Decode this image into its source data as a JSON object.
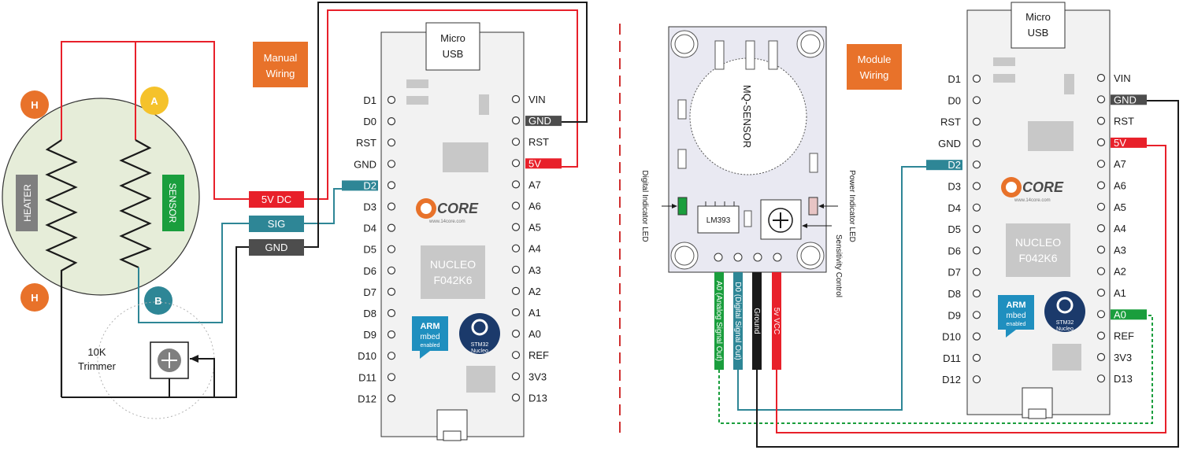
{
  "colors": {
    "red": "#e8202a",
    "black": "#1a1a1a",
    "teal": "#2e8696",
    "green": "#1a9e3d",
    "orange": "#e8722a",
    "board_fill": "#f2f2f2",
    "chip_gray": "#c8c8c8",
    "sensor_body": "#e6edd9",
    "module_fill": "#e9e9f2"
  },
  "left": {
    "callout": [
      "Manual",
      "Wiring"
    ],
    "badges": {
      "h_top": "H",
      "a": "A",
      "h_bottom": "H",
      "b": "B"
    },
    "heater_label": "HEATER",
    "sensor_label": "SENSOR",
    "trimmer_label": [
      "10K",
      "Trimmer"
    ],
    "wire_tags": {
      "vdc": "5V DC",
      "sig": "SIG",
      "gnd": "GND"
    }
  },
  "board": {
    "usb_label": [
      "Micro",
      "USB"
    ],
    "left_pins": [
      "D1",
      "D0",
      "RST",
      "GND",
      "D2",
      "D3",
      "D4",
      "D5",
      "D6",
      "D7",
      "D8",
      "D9",
      "D10",
      "D11",
      "D12"
    ],
    "right_pins": [
      "VIN",
      "GND",
      "RST",
      "5V",
      "A7",
      "A6",
      "A5",
      "A4",
      "A3",
      "A2",
      "A1",
      "A0",
      "REF",
      "3V3",
      "D13"
    ],
    "logo": "CORE",
    "logo_url": "www.14core.com",
    "chip_label": [
      "NUCLEO",
      "F042K6"
    ],
    "arm": [
      "ARM",
      "mbed",
      "enabled"
    ],
    "stm": [
      "STM32",
      "Nucleo"
    ]
  },
  "right": {
    "callout": [
      "Module",
      "Wiring"
    ],
    "module_title": "MQ-SENSOR",
    "comparator": "LM393",
    "annotations": {
      "digital_led": "Digital Indicator LED",
      "power_led": "Power Indicator LED",
      "sensitivity": "Sensitivity Control"
    },
    "wires": [
      "A0 (Analog Signal Out)",
      "D0 (Digital Signal Out)",
      "Ground",
      "5v VCC"
    ]
  }
}
